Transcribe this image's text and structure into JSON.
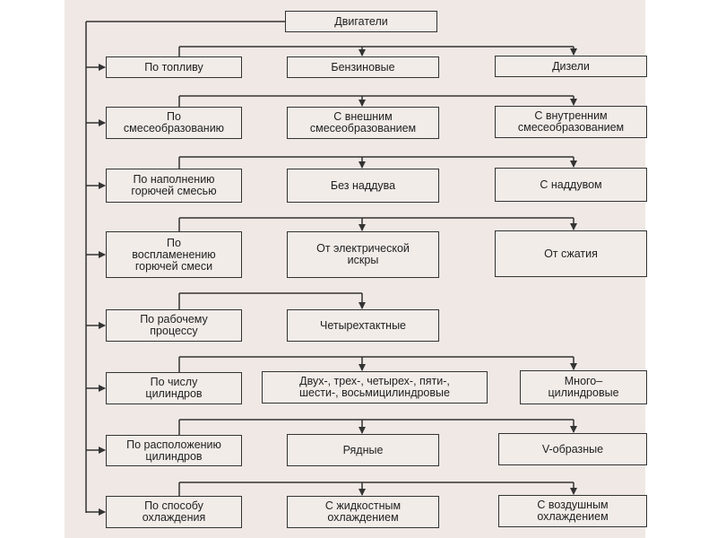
{
  "root": "Двигатели",
  "rows": [
    {
      "category": "По топливу",
      "options": [
        "Бензиновые",
        "Дизели"
      ]
    },
    {
      "category": "По\nсмесеобразованию",
      "options": [
        "С внешним\nсмесеобразованием",
        "С внутренним\nсмесеобразованием"
      ]
    },
    {
      "category": "По наполнению\nгорючей смесью",
      "options": [
        "Без наддува",
        "С наддувом"
      ]
    },
    {
      "category": "По\nвоспламенению\nгорючей смеси",
      "options": [
        "От электрической\nискры",
        "От сжатия"
      ]
    },
    {
      "category": "По рабочему\nпроцессу",
      "options": [
        "Четырехтактные"
      ]
    },
    {
      "category": "По числу\nцилиндров",
      "options": [
        "Двух-, трех-, четырех-, пяти-,\nшести-, восьмицилиндровые",
        "Много–\nцилиндровые"
      ]
    },
    {
      "category": "По расположению\nцилиндров",
      "options": [
        "Рядные",
        "V-образные"
      ]
    },
    {
      "category": "По способу\nохлаждения",
      "options": [
        "С жидкостным\nохлаждением",
        "С воздушным\nохлаждением"
      ]
    }
  ],
  "colors": {
    "paper": "#efe8e4",
    "line": "#333333",
    "box": "#f2ece8"
  }
}
